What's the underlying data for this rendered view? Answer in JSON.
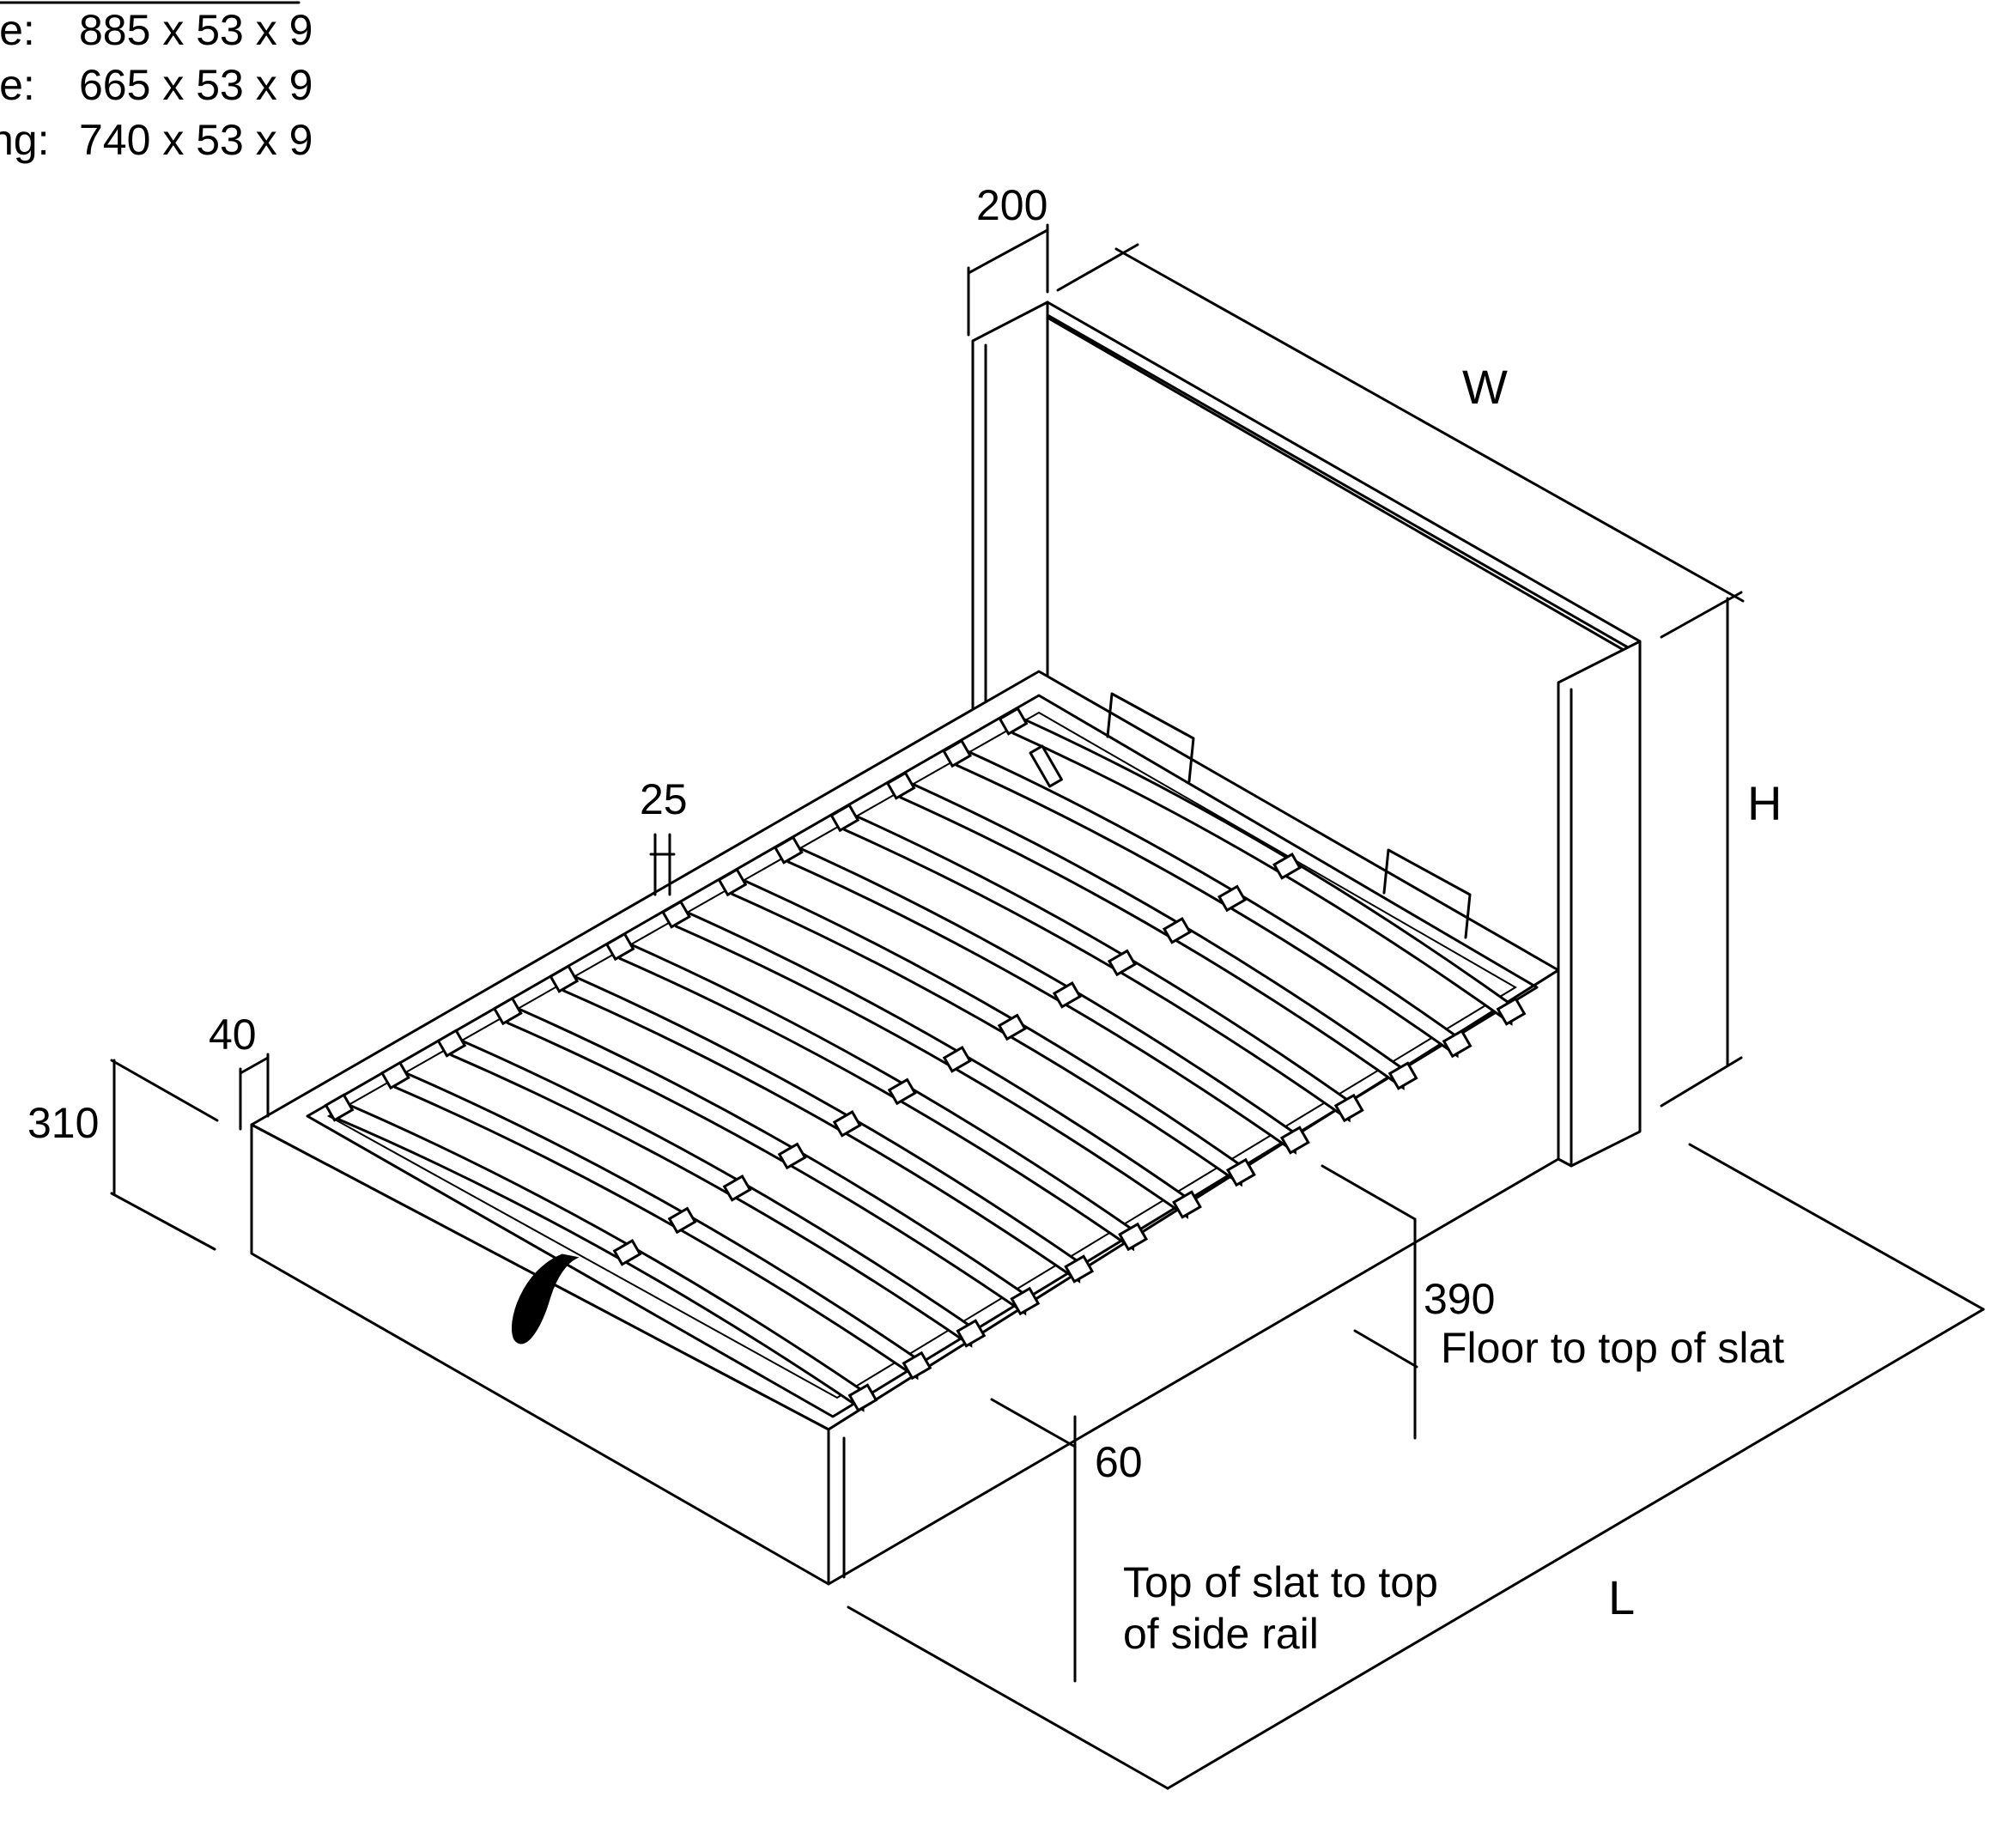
{
  "slat_specs": [
    {
      "label": "le:",
      "value": "885 x 53 x 9"
    },
    {
      "label": "le:",
      "value": "665 x 53 x 9"
    },
    {
      "label": "ng:",
      "value": "740 x 53 x 9"
    }
  ],
  "dimensions": {
    "headboard_thickness": "200",
    "width": "W",
    "height": "H",
    "length": "L",
    "slat_gap": "25",
    "rail_width": "40",
    "base_height": "310",
    "floor_to_slat_value": "390",
    "floor_to_slat_label": "Floor to top of slat",
    "slat_to_rail_value": "60",
    "slat_to_rail_label_line1": "Top of slat to top",
    "slat_to_rail_label_line2": "of side rail"
  },
  "slat_count": 13,
  "line_color": "#000000",
  "background_color": "#ffffff",
  "icons": [
    "bed-frame-drawing",
    "lift-strap-icon",
    "gas-strut-bracket-icon"
  ]
}
